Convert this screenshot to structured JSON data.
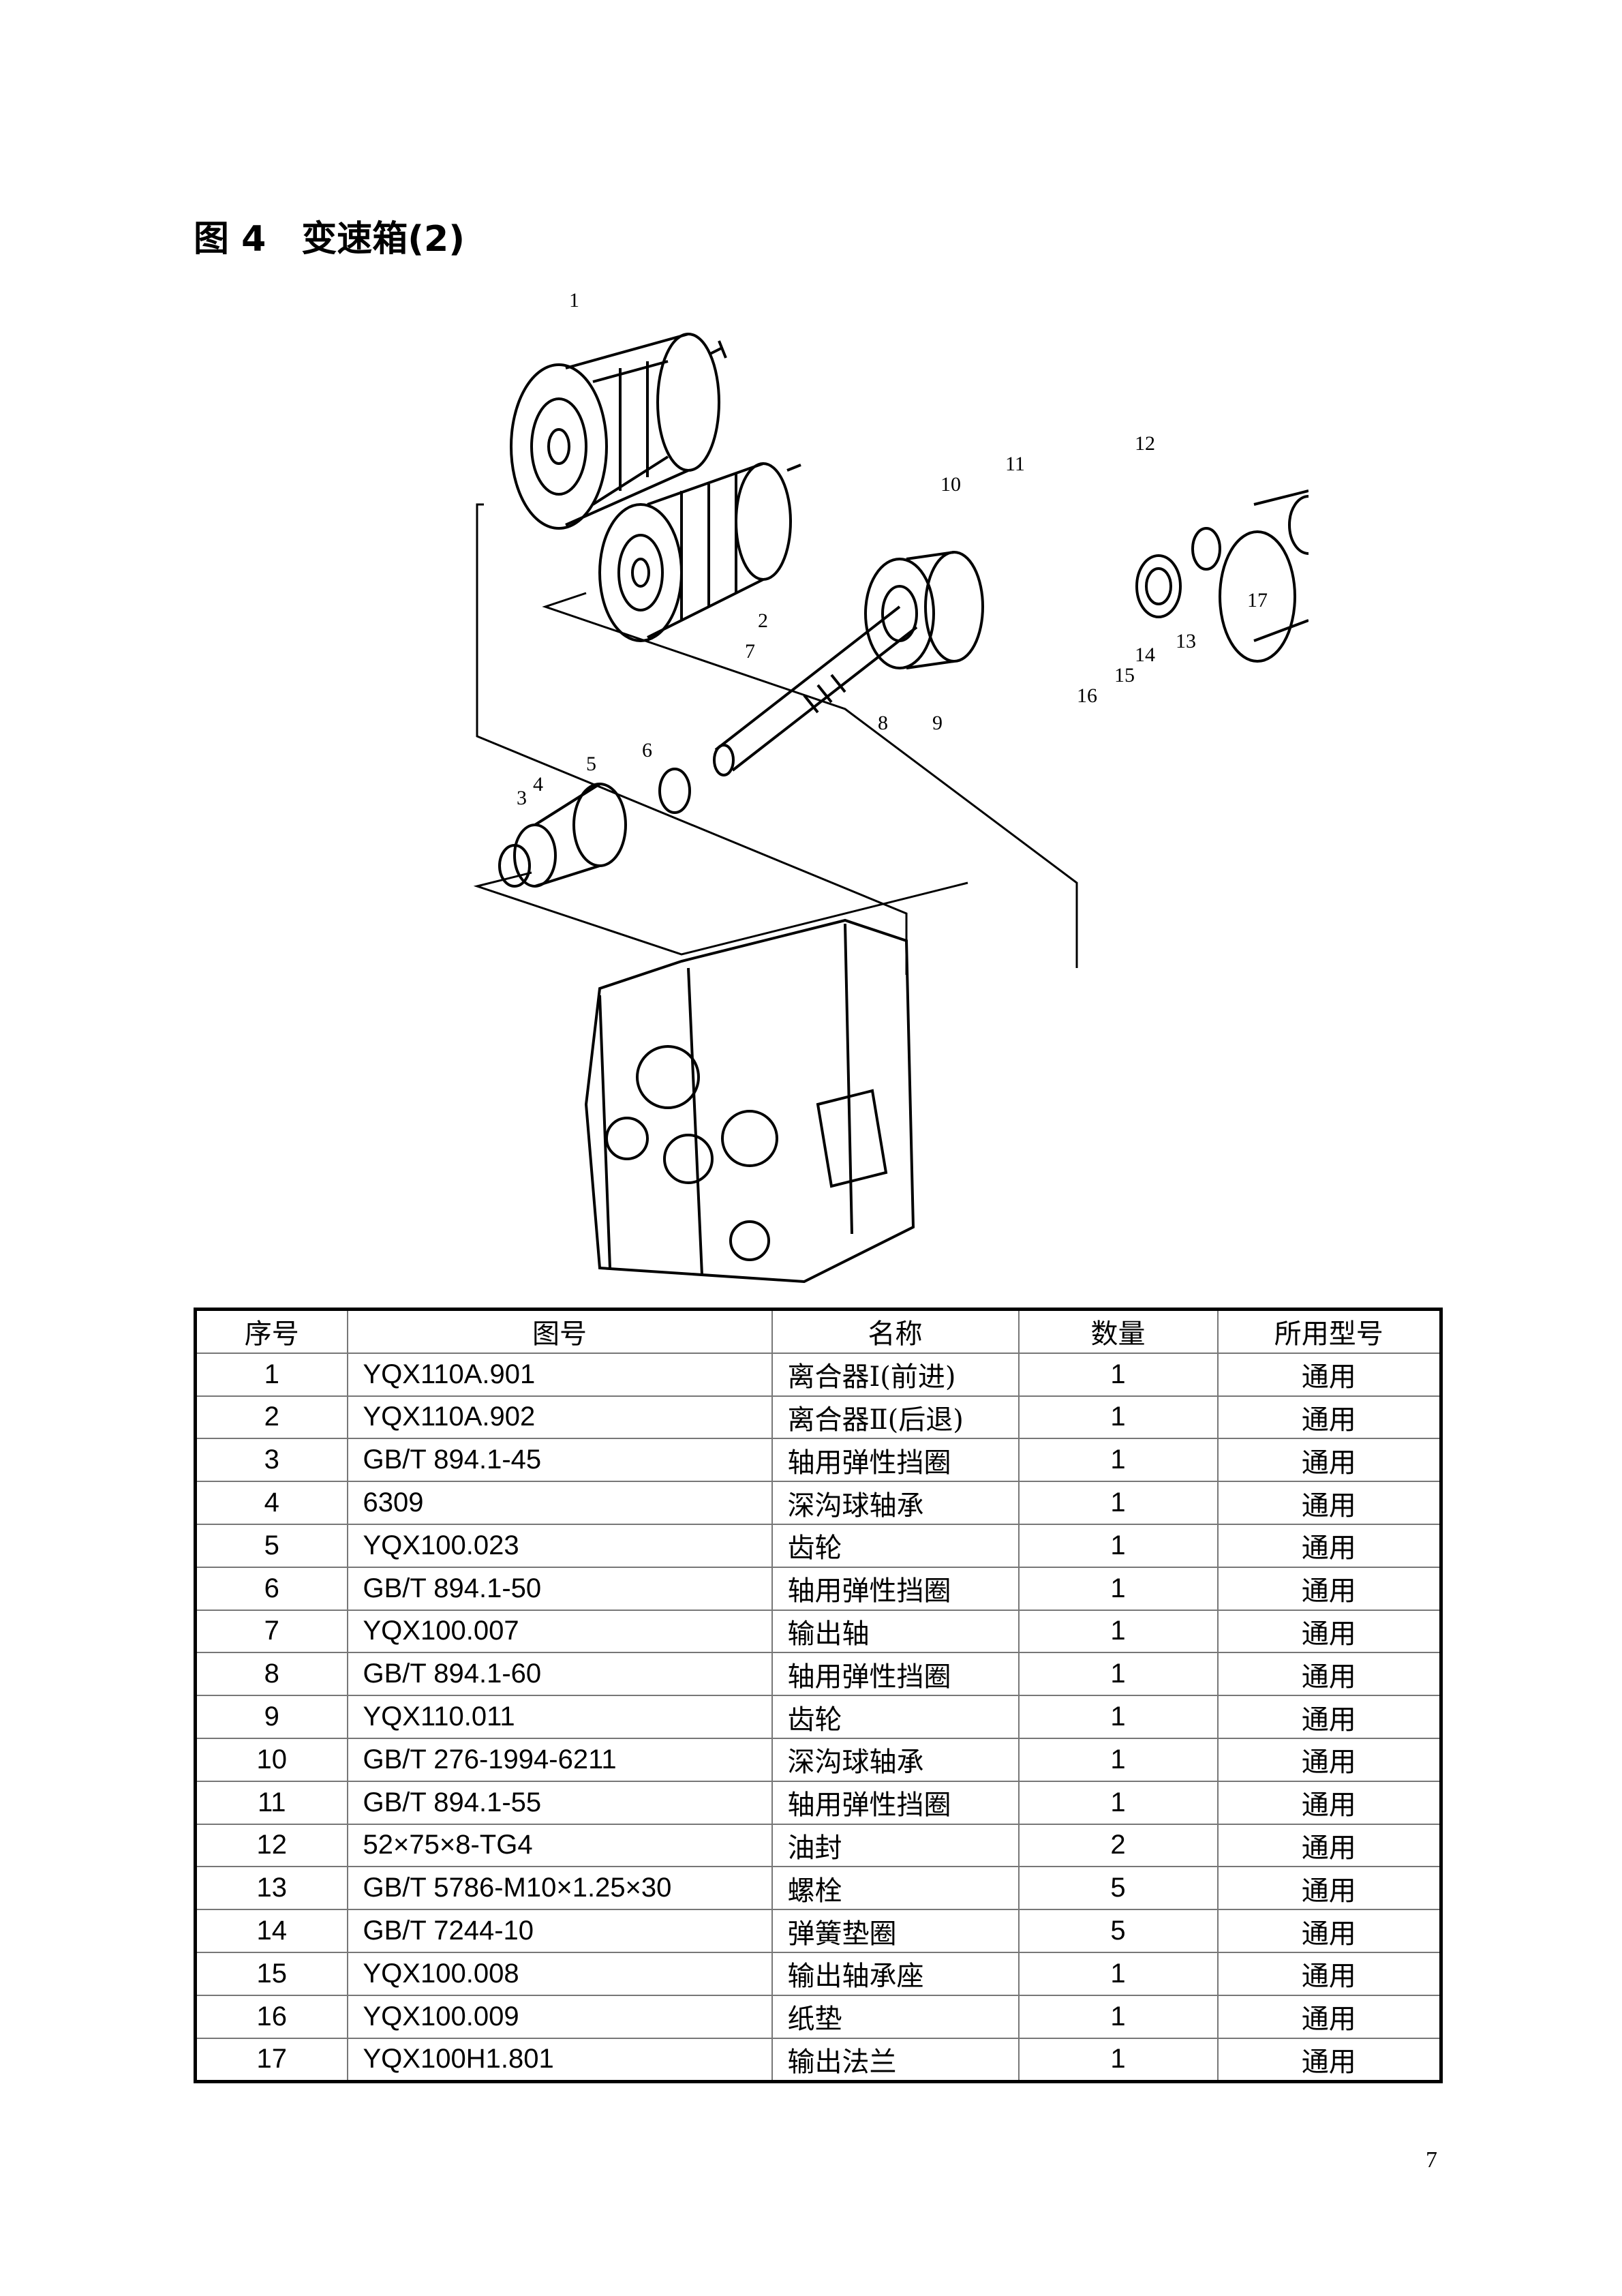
{
  "header": {
    "title": "图 4　变速箱(2)"
  },
  "diagram": {
    "callouts": [
      {
        "id": "1",
        "label": "1"
      },
      {
        "id": "2",
        "label": "2"
      },
      {
        "id": "3",
        "label": "3"
      },
      {
        "id": "4",
        "label": "4"
      },
      {
        "id": "5",
        "label": "5"
      },
      {
        "id": "6",
        "label": "6"
      },
      {
        "id": "7",
        "label": "7"
      },
      {
        "id": "8",
        "label": "8"
      },
      {
        "id": "9",
        "label": "9"
      },
      {
        "id": "10",
        "label": "10"
      },
      {
        "id": "11",
        "label": "11"
      },
      {
        "id": "12",
        "label": "12"
      },
      {
        "id": "13",
        "label": "13"
      },
      {
        "id": "14",
        "label": "14"
      },
      {
        "id": "15",
        "label": "15"
      },
      {
        "id": "16",
        "label": "16"
      },
      {
        "id": "17",
        "label": "17"
      }
    ]
  },
  "table": {
    "columns": [
      "序号",
      "图号",
      "名称",
      "数量",
      "所用型号"
    ],
    "rows": [
      [
        "1",
        "YQX110A.901",
        "离合器Ⅰ(前进)",
        "1",
        "通用"
      ],
      [
        "2",
        "YQX110A.902",
        "离合器Ⅱ(后退)",
        "1",
        "通用"
      ],
      [
        "3",
        "GB/T 894.1-45",
        "轴用弹性挡圈",
        "1",
        "通用"
      ],
      [
        "4",
        "6309",
        "深沟球轴承",
        "1",
        "通用"
      ],
      [
        "5",
        "YQX100.023",
        "齿轮",
        "1",
        "通用"
      ],
      [
        "6",
        "GB/T 894.1-50",
        "轴用弹性挡圈",
        "1",
        "通用"
      ],
      [
        "7",
        "YQX100.007",
        "输出轴",
        "1",
        "通用"
      ],
      [
        "8",
        "GB/T 894.1-60",
        "轴用弹性挡圈",
        "1",
        "通用"
      ],
      [
        "9",
        "YQX110.011",
        "齿轮",
        "1",
        "通用"
      ],
      [
        "10",
        "GB/T 276-1994-6211",
        "深沟球轴承",
        "1",
        "通用"
      ],
      [
        "11",
        "GB/T 894.1-55",
        "轴用弹性挡圈",
        "1",
        "通用"
      ],
      [
        "12",
        "52×75×8-TG4",
        "油封",
        "2",
        "通用"
      ],
      [
        "13",
        "GB/T 5786-M10×1.25×30",
        "螺栓",
        "5",
        "通用"
      ],
      [
        "14",
        "GB/T 7244-10",
        "弹簧垫圈",
        "5",
        "通用"
      ],
      [
        "15",
        "YQX100.008",
        "输出轴承座",
        "1",
        "通用"
      ],
      [
        "16",
        "YQX100.009",
        "纸垫",
        "1",
        "通用"
      ],
      [
        "17",
        "YQX100H1.801",
        "输出法兰",
        "1",
        "通用"
      ]
    ]
  },
  "footer": {
    "page_number": "7"
  }
}
